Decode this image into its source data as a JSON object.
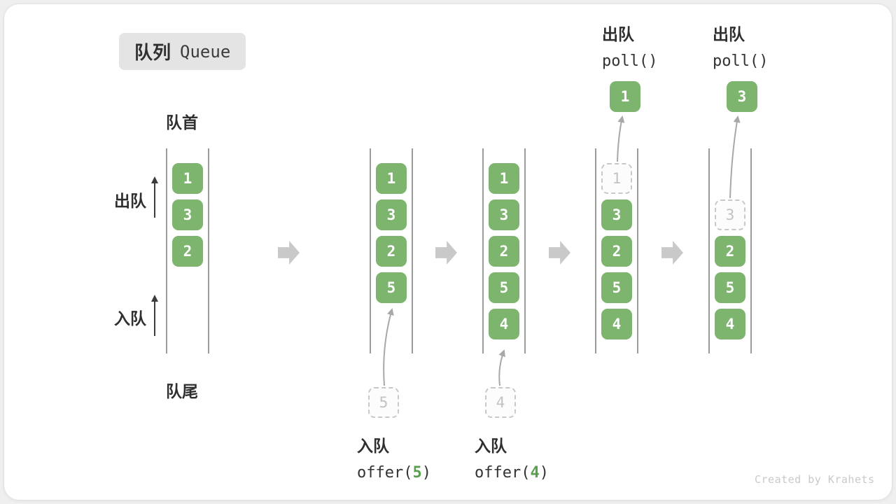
{
  "title": {
    "zh": "队列",
    "en": "Queue"
  },
  "side_labels": {
    "front": "队首",
    "rear": "队尾",
    "dequeue": "出队",
    "enqueue": "入队"
  },
  "queues": [
    {
      "cells": [
        "1",
        "3",
        "2"
      ]
    },
    {
      "cells": [
        "1",
        "3",
        "2",
        "5"
      ],
      "pending": "5"
    },
    {
      "cells": [
        "1",
        "3",
        "2",
        "5",
        "4"
      ],
      "pending": "4"
    },
    {
      "cells": [
        "3",
        "2",
        "5",
        "4"
      ],
      "ghost": "1",
      "out": "1"
    },
    {
      "cells": [
        "2",
        "5",
        "4"
      ],
      "ghost": "3",
      "out": "3"
    }
  ],
  "ops": {
    "enqueue1": {
      "label": "入队",
      "code_pre": "offer(",
      "arg": "5",
      "code_post": ")"
    },
    "enqueue2": {
      "label": "入队",
      "code_pre": "offer(",
      "arg": "4",
      "code_post": ")"
    },
    "dequeue1": {
      "label": "出队",
      "code": "poll()"
    },
    "dequeue2": {
      "label": "出队",
      "code": "poll()"
    }
  },
  "watermark": "Created by Krahets",
  "colors": {
    "green": "#7db46e",
    "ghost-border": "#c8c8c8",
    "ghost-text": "#c2c2c2",
    "step-arrow": "#c9c9c9",
    "rail": "#9b9b9b",
    "ink": "#2f2f2f",
    "code-arg-green": "#5a9e4f"
  }
}
